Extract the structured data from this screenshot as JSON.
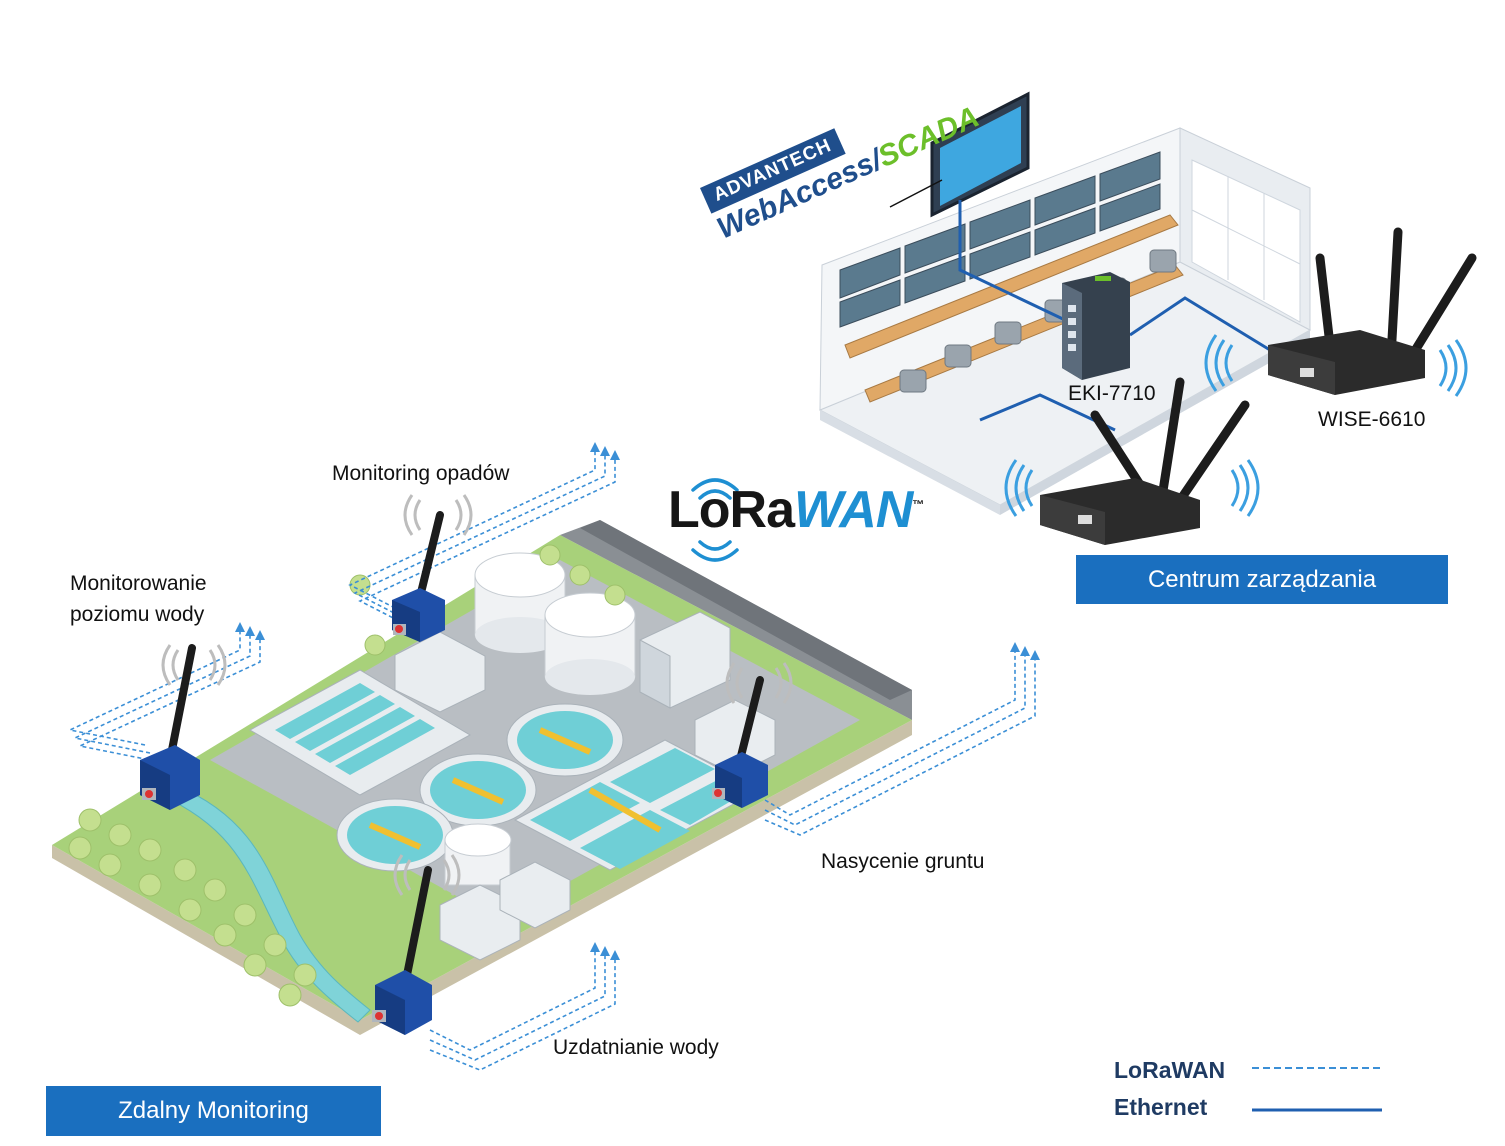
{
  "labels": {
    "rainfall": "Monitoring opadów",
    "water_level_line1": "Monitorowanie",
    "water_level_line2": "poziomu wody",
    "soil": "Nasycenie gruntu",
    "treatment": "Uzdatnianie wody",
    "switch": "EKI-7710",
    "gateway": "WISE-6610"
  },
  "boxes": {
    "management": "Centrum zarządzania",
    "remote": "Zdalny Monitoring"
  },
  "logos": {
    "lorawan_part1": "LoRa",
    "lorawan_part2": "WAN",
    "lorawan_tm": "™",
    "advantech": "ADVANTECH",
    "webaccess": "WebAccess/",
    "scada": "SCADA"
  },
  "legend": {
    "lorawan": "LoRaWAN",
    "ethernet": "Ethernet"
  },
  "colors": {
    "lorawan_line": "#3b8fd6",
    "ethernet_line": "#1f5fb0",
    "box_fill": "#1a6fbf",
    "sensor_blue": "#1f4fa8",
    "grass": "#a8d17a",
    "water": "#7fd3d8"
  }
}
